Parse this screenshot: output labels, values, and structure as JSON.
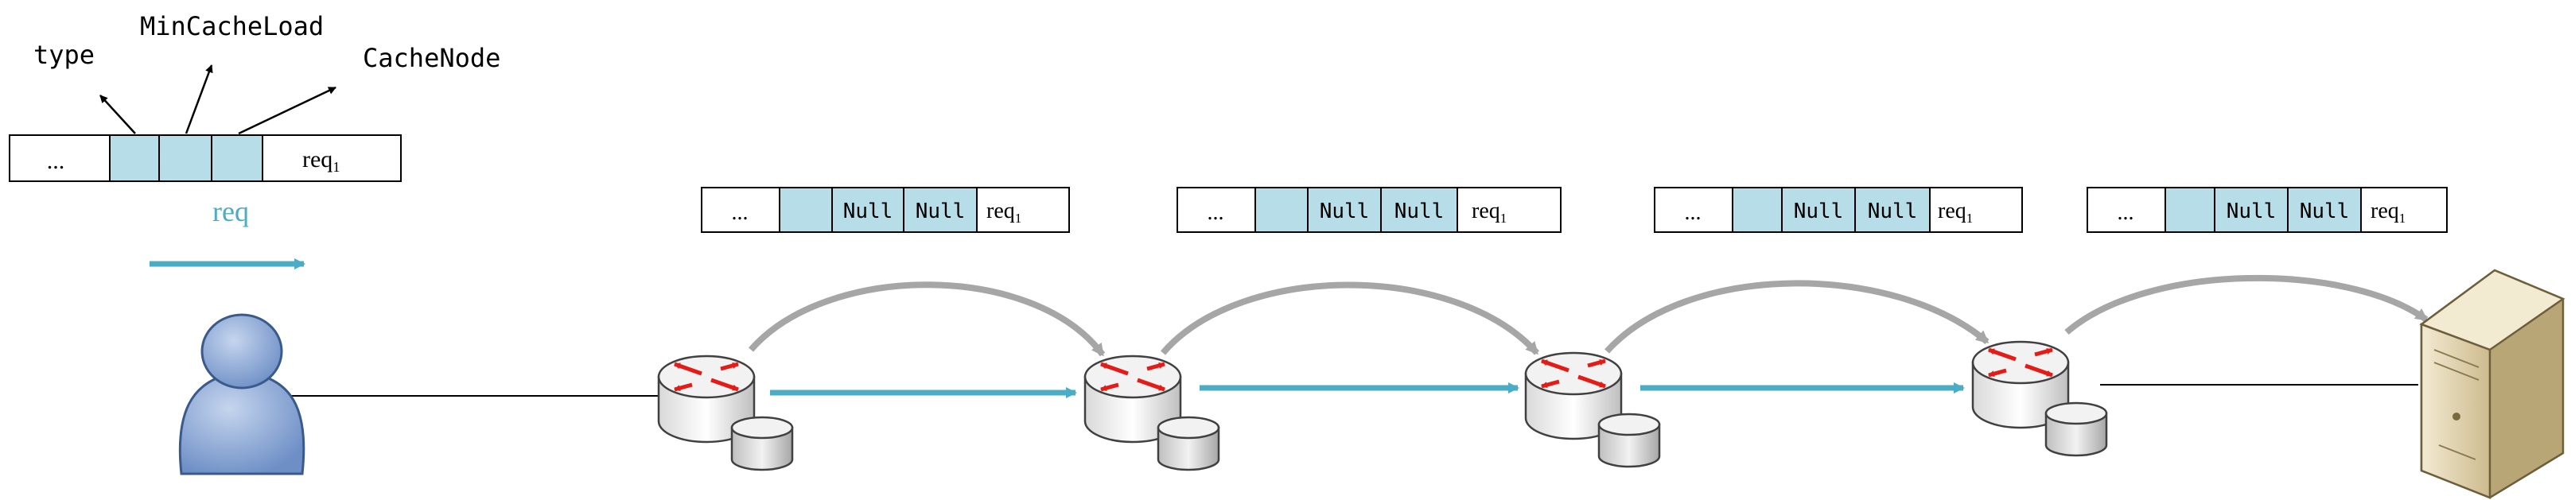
{
  "legend": {
    "fields": {
      "type": "type",
      "min_cache_load": "MinCacheLoad",
      "cache_node": "CacheNode"
    },
    "packet": {
      "ellipsis": "...",
      "req_base": "req",
      "req_sub": "1"
    },
    "direction_label": "req"
  },
  "packets": [
    {
      "ellipsis": "...",
      "field2": "Null",
      "field3": "Null",
      "req_base": "req",
      "req_sub": "1"
    },
    {
      "ellipsis": "...",
      "field2": "Null",
      "field3": "Null",
      "req_base": "req",
      "req_sub": "1"
    },
    {
      "ellipsis": "...",
      "field2": "Null",
      "field3": "Null",
      "req_base": "req",
      "req_sub": "1"
    },
    {
      "ellipsis": "...",
      "field2": "Null",
      "field3": "Null",
      "req_base": "req",
      "req_sub": "1"
    }
  ],
  "nodes": [
    "user",
    "router",
    "router",
    "router",
    "router",
    "server"
  ],
  "colors": {
    "field_fill": "#b7dde8",
    "flow_arrow": "#4bacc6",
    "hop_arc": "#a6a6a6",
    "router_arrow": "#e41b17",
    "user_fill": "#8eaad8"
  }
}
